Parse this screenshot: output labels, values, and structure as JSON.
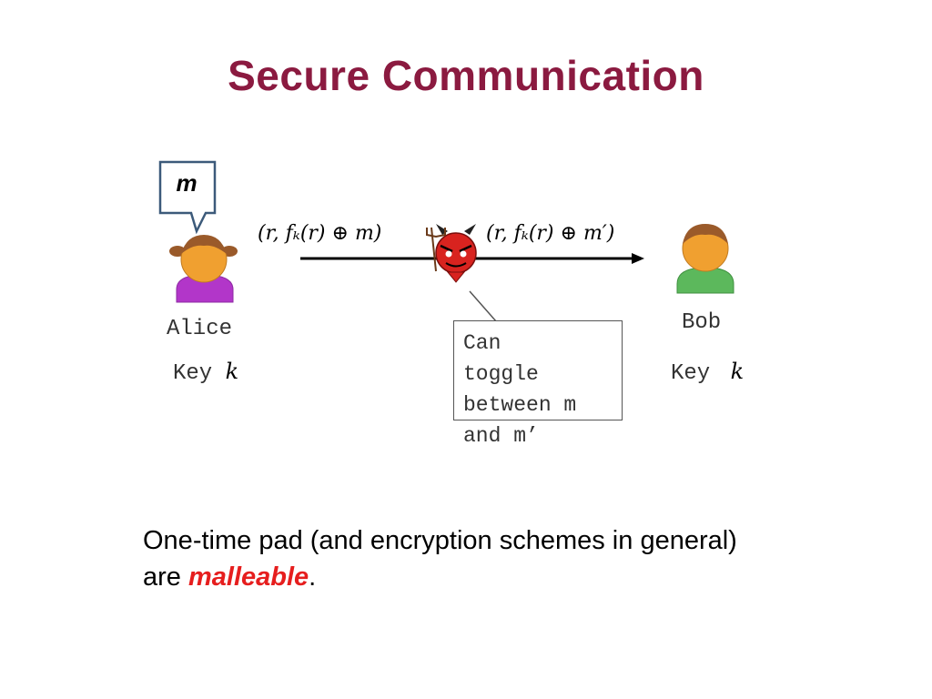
{
  "title": "Secure Communication",
  "alice": {
    "message": "m",
    "name": "Alice",
    "key_label": "Key",
    "key_var": "k"
  },
  "bob": {
    "name": "Bob",
    "key_label": "Key",
    "key_var": "k"
  },
  "channel": {
    "sent": "(r, fₖ(r) ⊕ m)",
    "received": "(r, fₖ(r) ⊕ m′)"
  },
  "adversary": {
    "note": "Can\ntoggle\nbetween m\nand m’"
  },
  "footer": {
    "line1": "One-time pad (and encryption schemes in general)",
    "line2_prefix": "are ",
    "line2_emph": "malleable",
    "line2_suffix": "."
  },
  "colors": {
    "title": "#8b1a40",
    "emphasis": "#e61e1e",
    "alice_body": "#b236c9",
    "bob_body": "#5cb85c",
    "skin": "#f0a030",
    "hair": "#9a5a2a"
  }
}
